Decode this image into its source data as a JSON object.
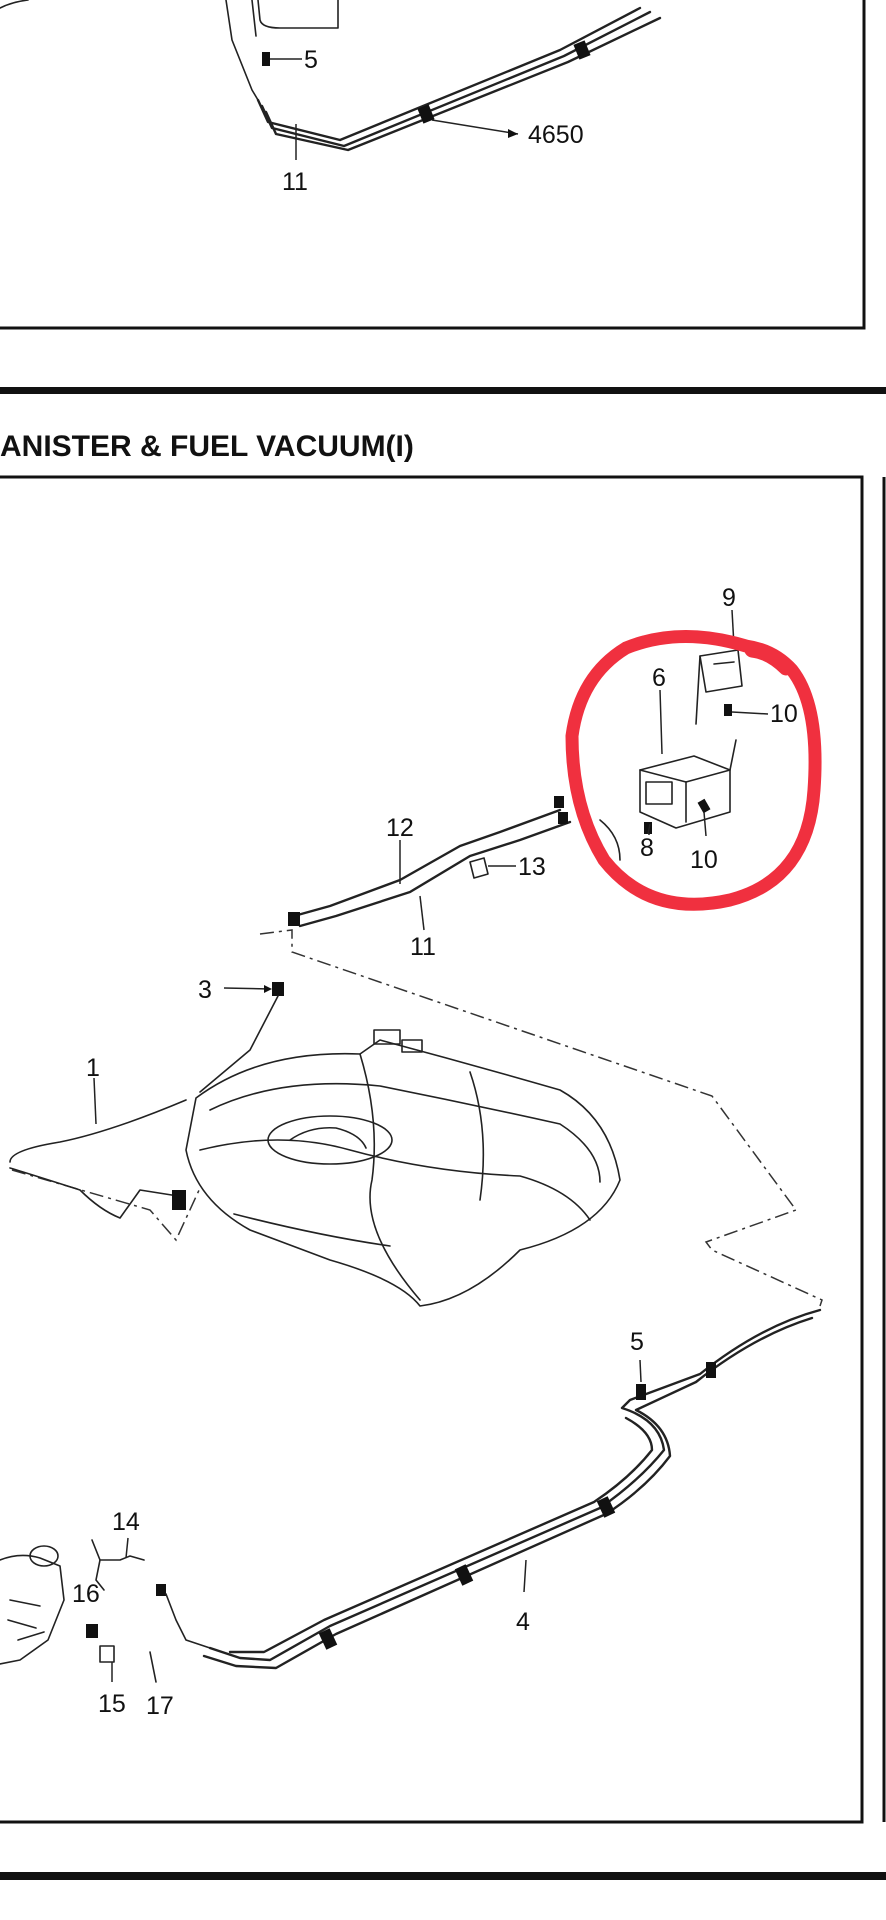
{
  "top_section": {
    "callouts": {
      "clip_5": "5",
      "ref_4650": "4650",
      "pipe_11": "11"
    }
  },
  "section": {
    "title": "ANISTER & FUEL VACUUM(I)"
  },
  "callouts": {
    "c1": "1",
    "c3": "3",
    "c4": "4",
    "c5": "5",
    "c6": "6",
    "c8": "8",
    "c9": "9",
    "c10a": "10",
    "c10b": "10",
    "c11": "11",
    "c12": "12",
    "c13": "13",
    "c14": "14",
    "c15": "15",
    "c16": "16",
    "c17": "17"
  },
  "highlight": {
    "color": "#f0303f",
    "shape": "hand-drawn ellipse around canister assembly"
  },
  "colors": {
    "frame": "#111111",
    "paper": "#ffffff"
  }
}
